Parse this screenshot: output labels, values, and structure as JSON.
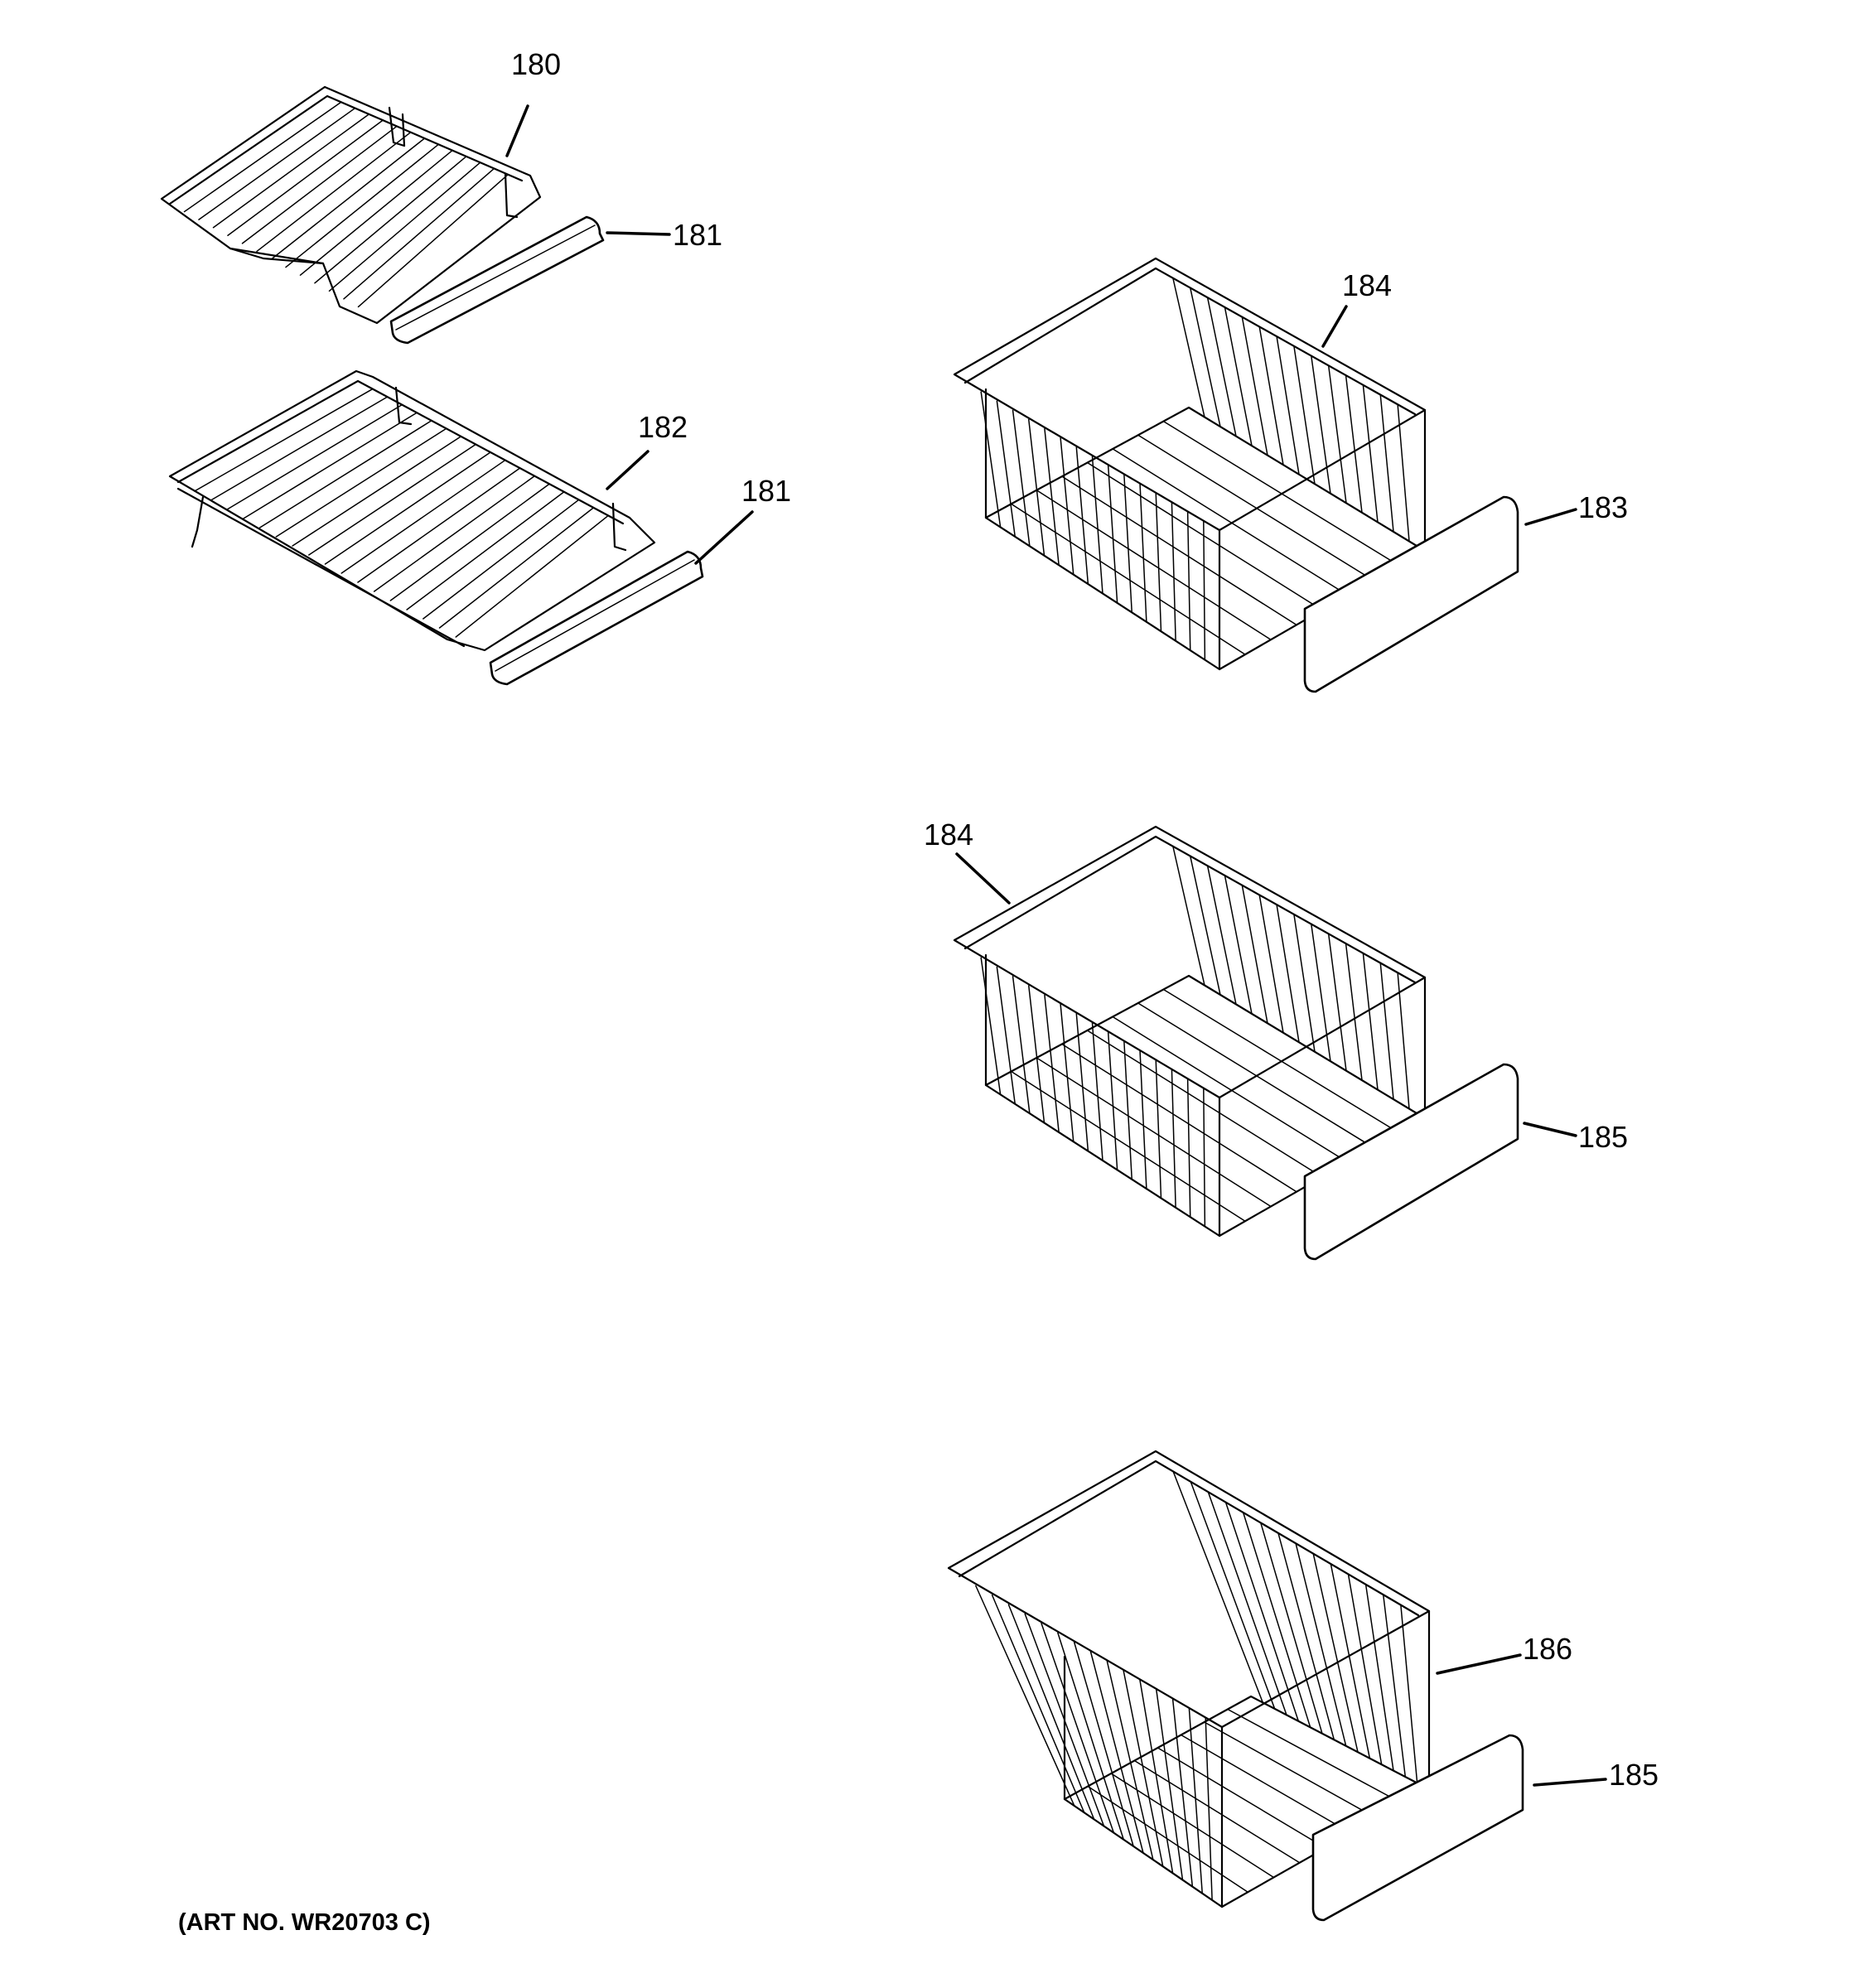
{
  "diagram": {
    "art_number": "(ART NO. WR20703 C)",
    "callouts": {
      "c180": "180",
      "c181a": "181",
      "c182": "182",
      "c181b": "181",
      "c184a": "184",
      "c183": "183",
      "c184b": "184",
      "c185a": "185",
      "c186": "186",
      "c185b": "185"
    },
    "parts": [
      {
        "ref": "180",
        "icon": "wire-shelf-icon"
      },
      {
        "ref": "181",
        "icon": "shelf-trim-icon"
      },
      {
        "ref": "182",
        "icon": "wire-shelf-icon"
      },
      {
        "ref": "183",
        "icon": "basket-front-panel-icon"
      },
      {
        "ref": "184",
        "icon": "wire-basket-icon"
      },
      {
        "ref": "185",
        "icon": "basket-front-panel-icon"
      },
      {
        "ref": "186",
        "icon": "wire-basket-icon"
      }
    ]
  }
}
